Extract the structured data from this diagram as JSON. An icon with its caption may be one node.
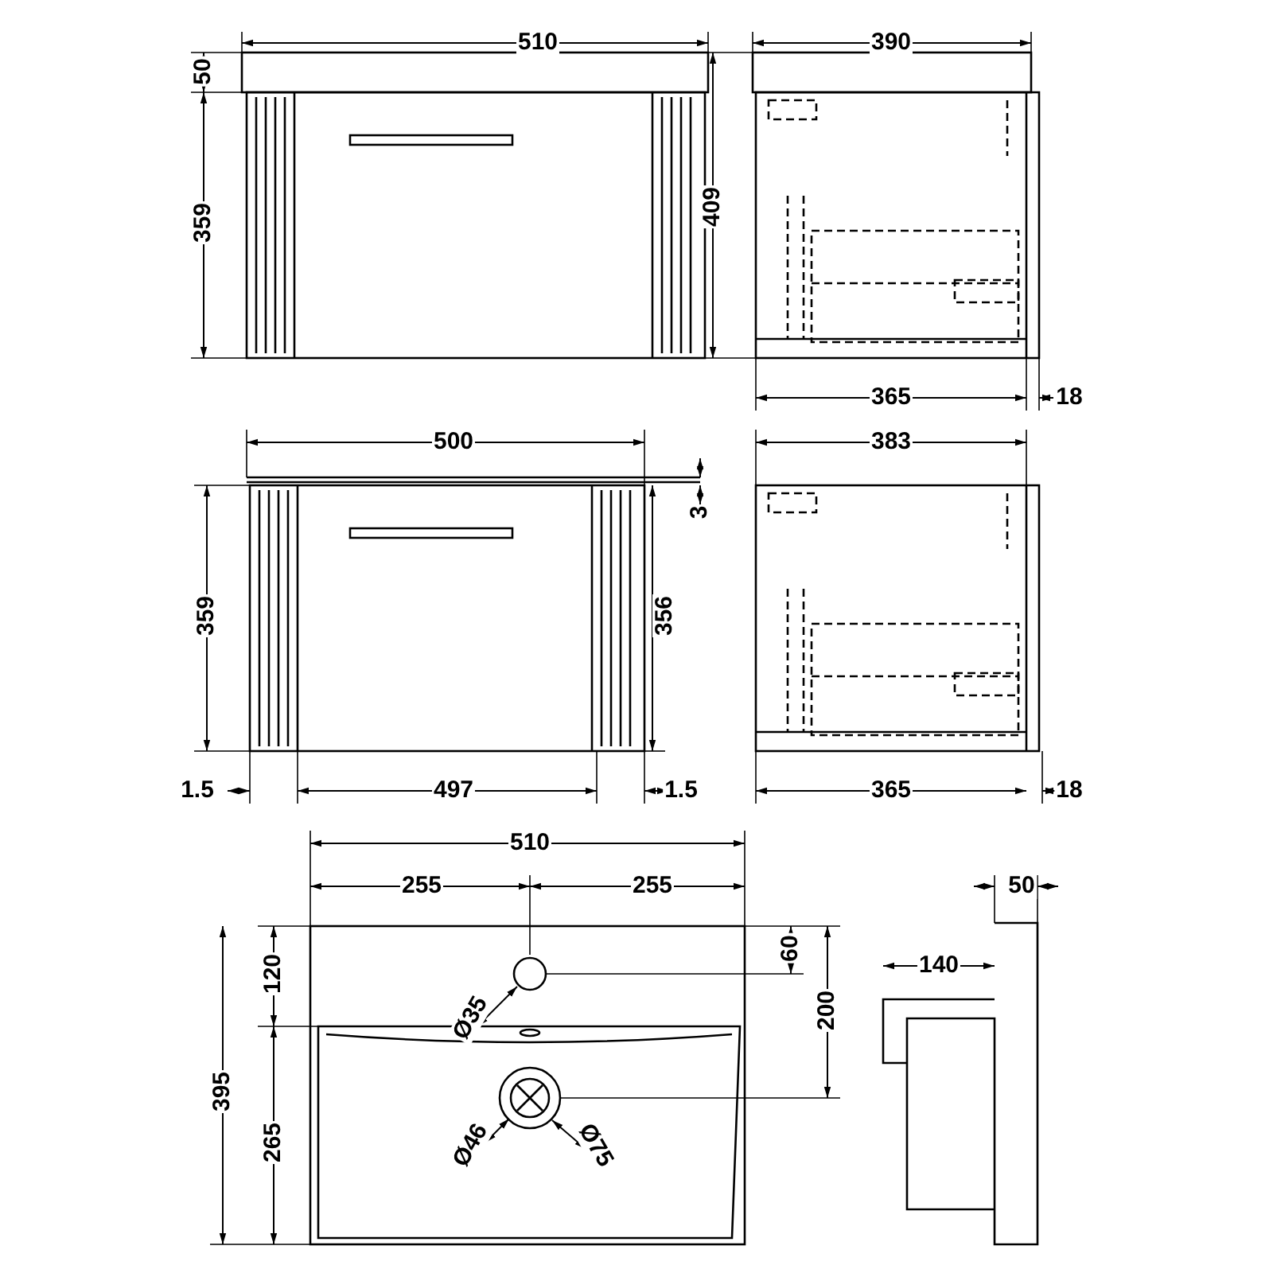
{
  "diagram": {
    "labels": [
      "510",
      "50",
      "359",
      "390",
      "409",
      "365",
      "18",
      "500",
      "3",
      "359",
      "356",
      "1.5",
      "497",
      "1.5",
      "383",
      "365",
      "18",
      "510",
      "255",
      "255",
      "50",
      "60",
      "140",
      "120",
      "Ø35",
      "200",
      "395",
      "265",
      "Ø46",
      "Ø75"
    ]
  }
}
